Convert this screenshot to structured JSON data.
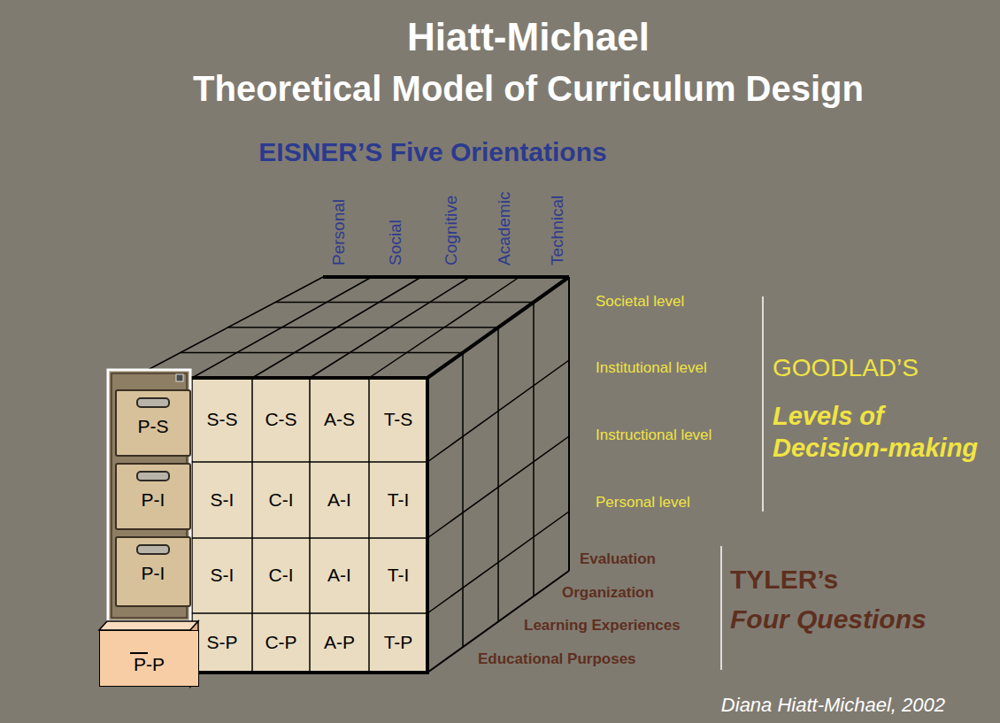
{
  "diagram": {
    "title": "Hiatt-Michael",
    "caption": "Diana Hiatt-Michael, 2002",
    "nodes": [
      {
        "text": [
          "P-S"
        ]
      },
      {
        "text": [
          "P-I"
        ]
      },
      {
        "text": [
          "P-I"
        ]
      },
      {
        "text": [
          "P-P"
        ]
      }
    ],
    "labels": [
      "Theoretical Model of Curriculum Design",
      "EISNER’S Five Orientations",
      "Personal",
      "Social",
      "Cognitive",
      "Academic",
      "Technical",
      "Societal level",
      "Institutional level",
      "Instructional level",
      "Personal level",
      "GOODLAD’S",
      "Levels of Decision-making",
      "S-S",
      "C-S",
      "A-S",
      "T-S",
      "S-I",
      "C-I",
      "A-I",
      "T-I",
      "S-I",
      "C-I",
      "A-I",
      "T-I",
      "S-P",
      "C-P",
      "A-P",
      "T-P",
      "Evaluation",
      "Organization",
      "Learning Experiences",
      "Educational Purposes",
      "TYLER’s",
      "Four Questions"
    ]
  }
}
